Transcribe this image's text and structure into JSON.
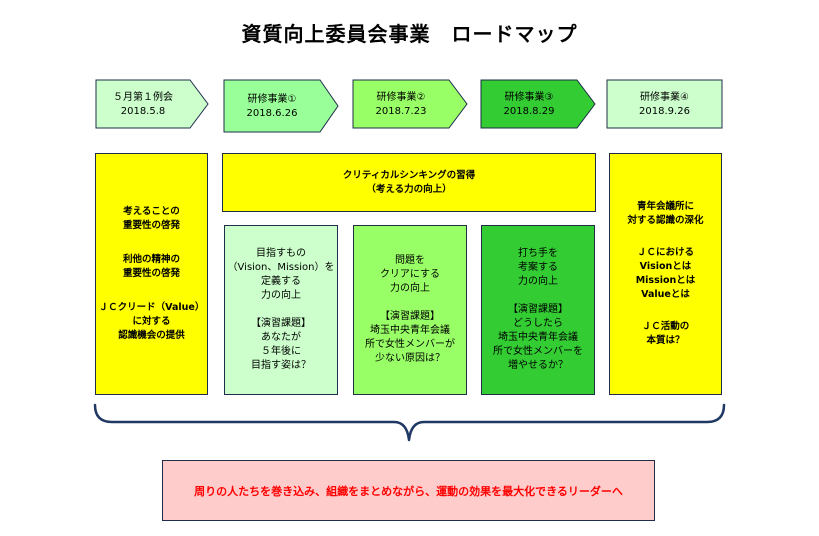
{
  "title": "資質向上委員会事業　ロードマップ",
  "milestones": [
    {
      "label": "５月第１例会",
      "date": "2018.5.8",
      "color": "#ccffcc"
    },
    {
      "label": "研修事業①",
      "date": "2018.6.26",
      "color": "#99ff99"
    },
    {
      "label": "研修事業②",
      "date": "2018.7.23",
      "color": "#99ff66"
    },
    {
      "label": "研修事業③",
      "date": "2018.8.29",
      "color": "#33cc33"
    },
    {
      "label": "研修事業④",
      "date": "2018.9.26",
      "color": "#ccffcc"
    }
  ],
  "left_box": {
    "lines1": [
      "考えることの",
      "重要性の啓発"
    ],
    "lines2": [
      "利他の精神の",
      "重要性の啓発"
    ],
    "lines3": [
      "ＪＣクリード（Value）",
      "に対する",
      "認識機会の提供"
    ]
  },
  "center_bar": {
    "line1": "クリティカルシンキングの習得",
    "line2": "（考える力の向上）"
  },
  "inner_boxes": [
    {
      "top": [
        "目指すもの",
        "（Vision、Mission）を",
        "定義する",
        "力の向上"
      ],
      "bottom": [
        "【演習課題】",
        "あなたが",
        "５年後に",
        "目指す姿は？"
      ]
    },
    {
      "top": [
        "問題を",
        "クリアにする",
        "力の向上"
      ],
      "bottom": [
        "【演習課題】",
        "埼玉中央青年会議",
        "所で女性メンバーが",
        "少ない原因は？"
      ]
    },
    {
      "top": [
        "打ち手を",
        "考案する",
        "力の向上"
      ],
      "bottom": [
        "【演習課題】",
        "どうしたら",
        "埼玉中央青年会議",
        "所で女性メンバーを",
        "増やせるか？"
      ]
    }
  ],
  "right_box": {
    "lines1": [
      "青年会議所に",
      "対する認識の深化"
    ],
    "lines2": [
      "ＪＣにおける",
      "Visionとは",
      "Missionとは",
      "Valueとは"
    ],
    "lines3": [
      "ＪＣ活動の",
      "本質は？"
    ]
  },
  "goal_text": "周りの人たちを巻き込み、組織をまとめながら、運動の効果を最大化できるリーダーへ",
  "colors": {
    "yellow": "#ffff00",
    "goal_bg": "#ffcccc",
    "goal_text": "#ff0000",
    "border": "#1f2d4a",
    "brace": "#1f3864"
  }
}
